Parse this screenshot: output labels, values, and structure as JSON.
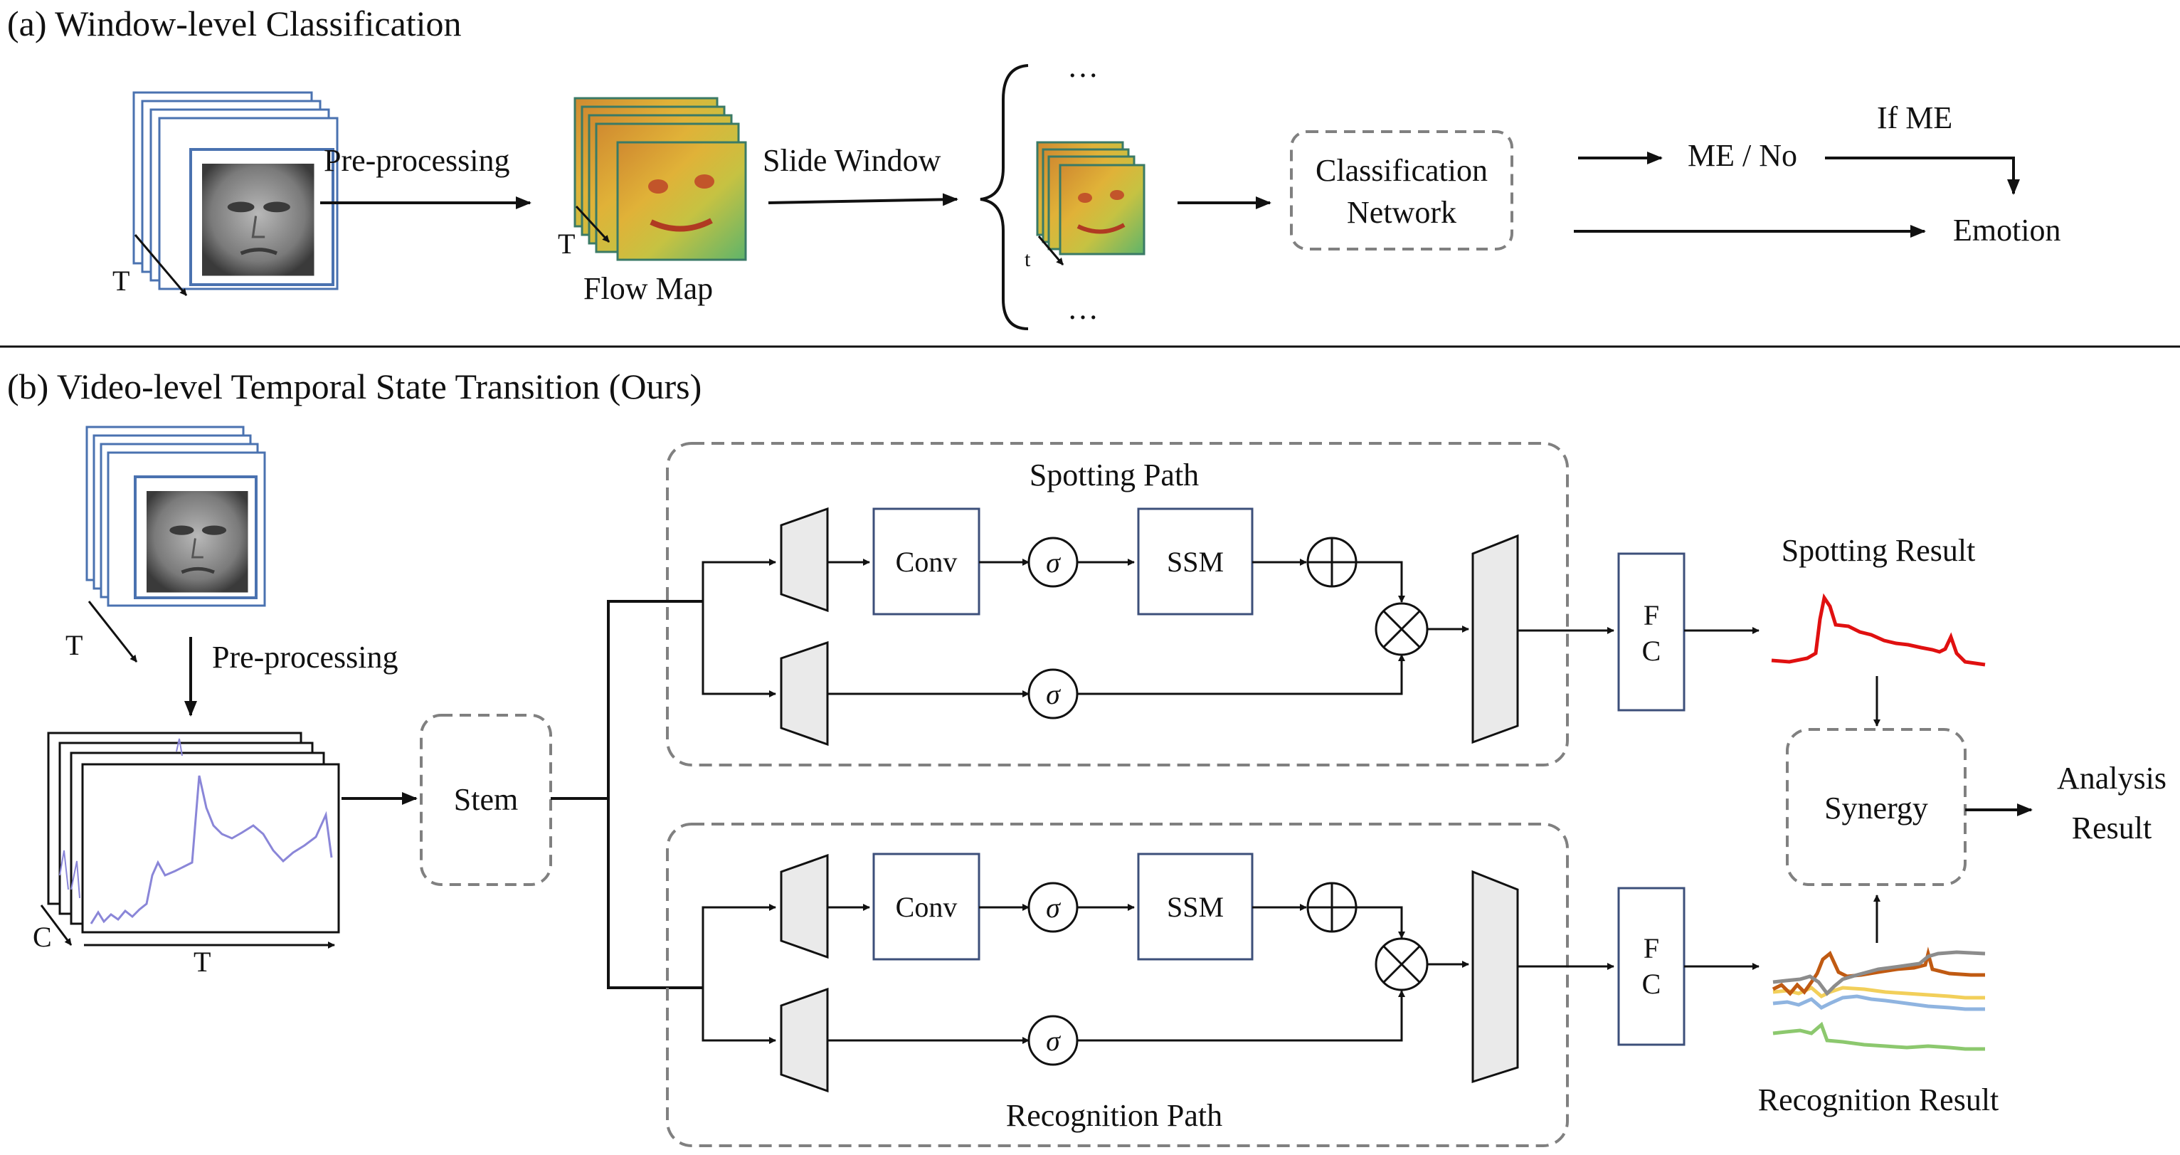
{
  "colors": {
    "frame_edge": "#4a72b0",
    "trace_purple": "#8a86d8",
    "spot_red": "#e01010",
    "dash_gray": "#808080",
    "block_border": "#3c4f7a",
    "trapezoid_fill": "#eaeaea",
    "rec_orange": "#c05a12",
    "rec_gray": "#8c8c8c",
    "rec_yellow": "#f2cf5a",
    "rec_blue": "#8fb4e0",
    "rec_green": "#8cc86e"
  },
  "part_a": {
    "title": "(a) Window-level Classification",
    "t_axis": "T",
    "t_axis_flow": "T",
    "t_axis_window": "t",
    "preprocessing": "Pre-processing",
    "flow_map": "Flow Map",
    "slide_window": "Slide Window",
    "ellipsis_top": "…",
    "ellipsis_bottom": "…",
    "classification_network": [
      "Classification",
      "Network"
    ],
    "me_no": "ME / No",
    "if_me": "If ME",
    "emotion": "Emotion"
  },
  "part_b": {
    "title": "(b) Video-level Temporal State Transition  (Ours)",
    "t_axis_video": "T",
    "preprocessing": "Pre-processing",
    "c_axis": "C",
    "t_axis_signal": "T",
    "stem": "Stem",
    "spotting_path": "Spotting Path",
    "recognition_path": "Recognition Path",
    "conv": "Conv",
    "ssm": "SSM",
    "sigma": "σ",
    "fc": [
      "F",
      "C"
    ],
    "spotting_result": "Spotting Result",
    "recognition_result": "Recognition Result",
    "synergy": "Synergy",
    "analysis_result": [
      "Analysis",
      "Result"
    ]
  },
  "icons": [
    "face-frame-stack-icon",
    "flow-map-stack-icon",
    "signal-plot-stack-icon",
    "add-operator-icon",
    "multiply-operator-icon",
    "sigmoid-icon",
    "spotting-curve-icon",
    "recognition-curves-icon",
    "curly-brace-icon"
  ]
}
